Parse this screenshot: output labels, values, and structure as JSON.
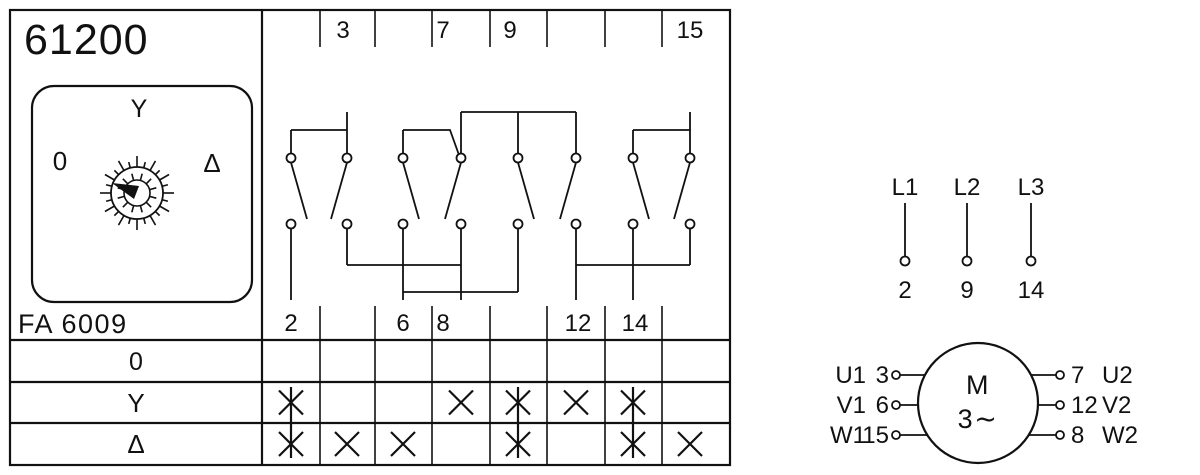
{
  "colors": {
    "ink": "#111111",
    "background": "#ffffff"
  },
  "title": "61200",
  "model": "FA 6009",
  "dial": {
    "top_label": "Y",
    "left_label": "0",
    "right_label": "Δ",
    "selected_position": "0",
    "positions": [
      "0",
      "Y",
      "Δ"
    ]
  },
  "switch_diagram": {
    "columns": 8,
    "top_terminals": [
      {
        "label": "3",
        "column": 2
      },
      {
        "label": "7",
        "column": 4
      },
      {
        "label": "9",
        "column": 5
      },
      {
        "label": "15",
        "column": 8
      }
    ],
    "bottom_terminals": [
      {
        "label": "2",
        "column": 1
      },
      {
        "label": "6",
        "column": 3
      },
      {
        "label": "8",
        "column": 4
      },
      {
        "label": "12",
        "column": 6
      },
      {
        "label": "14",
        "column": 7
      }
    ]
  },
  "contact_table": {
    "row_labels": [
      "0",
      "Y",
      "Δ"
    ],
    "rows": [
      {
        "label": "0",
        "closed": [
          false,
          false,
          false,
          false,
          false,
          false,
          false,
          false
        ]
      },
      {
        "label": "Y",
        "closed": [
          true,
          false,
          false,
          true,
          true,
          true,
          true,
          false
        ]
      },
      {
        "label": "Δ",
        "closed": [
          true,
          true,
          true,
          false,
          true,
          false,
          true,
          true
        ]
      }
    ],
    "continuity_columns": [
      1,
      5,
      7
    ]
  },
  "motor_diagram": {
    "supply": [
      {
        "line": "L1",
        "terminal": "2"
      },
      {
        "line": "L2",
        "terminal": "9"
      },
      {
        "line": "L3",
        "terminal": "14"
      }
    ],
    "motor_label": "M",
    "motor_type": "3∼",
    "left_terminals": [
      {
        "winding": "U1",
        "terminal": "3"
      },
      {
        "winding": "V1",
        "terminal": "6"
      },
      {
        "winding": "W1",
        "terminal": "15"
      }
    ],
    "right_terminals": [
      {
        "winding": "U2",
        "terminal": "7"
      },
      {
        "winding": "V2",
        "terminal": "12"
      },
      {
        "winding": "W2",
        "terminal": "8"
      }
    ]
  }
}
